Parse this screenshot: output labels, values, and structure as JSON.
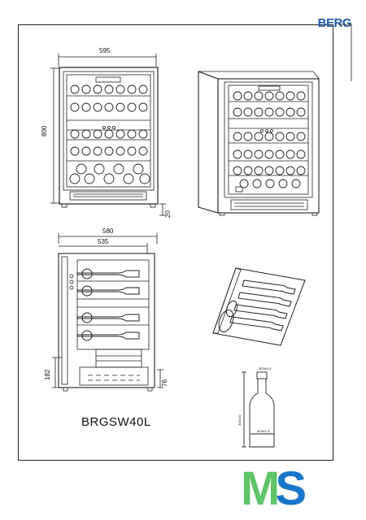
{
  "brand": {
    "logo_text": "BERG",
    "brand_color": "#1f5aa8"
  },
  "front_view": {
    "width_label": "595",
    "height_label": "800",
    "foot_label": "20"
  },
  "side_view": {
    "depth_label": "580",
    "body_depth_label": "535",
    "lower_height_label": "182",
    "foot_height_label": "76"
  },
  "model_name": "BRGSW40L",
  "bottle": {
    "top_label": "Ø25±0.5",
    "height_label": "300±10",
    "base_label": "Ø76±1.5"
  },
  "footer_logo": {
    "m": "M",
    "s": "S",
    "m_color": "#5fc46a",
    "s_color": "#1976c9"
  }
}
